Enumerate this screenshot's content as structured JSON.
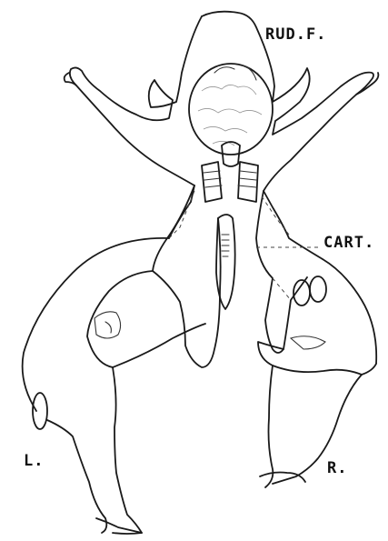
{
  "labels": {
    "rudiment": "RUD.F.",
    "cartilage": "CART.",
    "left": "L.",
    "right": "R."
  },
  "colors": {
    "ink": "#1a1a1a",
    "background": "#ffffff"
  }
}
